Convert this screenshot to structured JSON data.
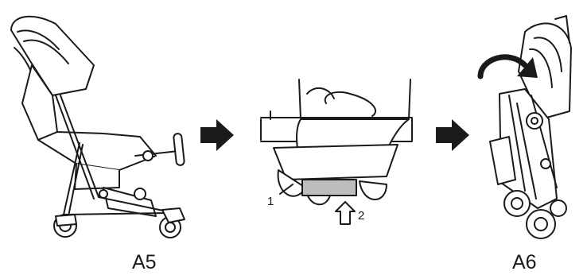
{
  "steps": [
    {
      "label": "A5"
    },
    {
      "label": "A6"
    }
  ],
  "callouts": {
    "first": "1",
    "second": "2"
  },
  "colors": {
    "ink": "#1a1a1a",
    "fill": "#ffffff",
    "band": "#bdbdbd"
  }
}
